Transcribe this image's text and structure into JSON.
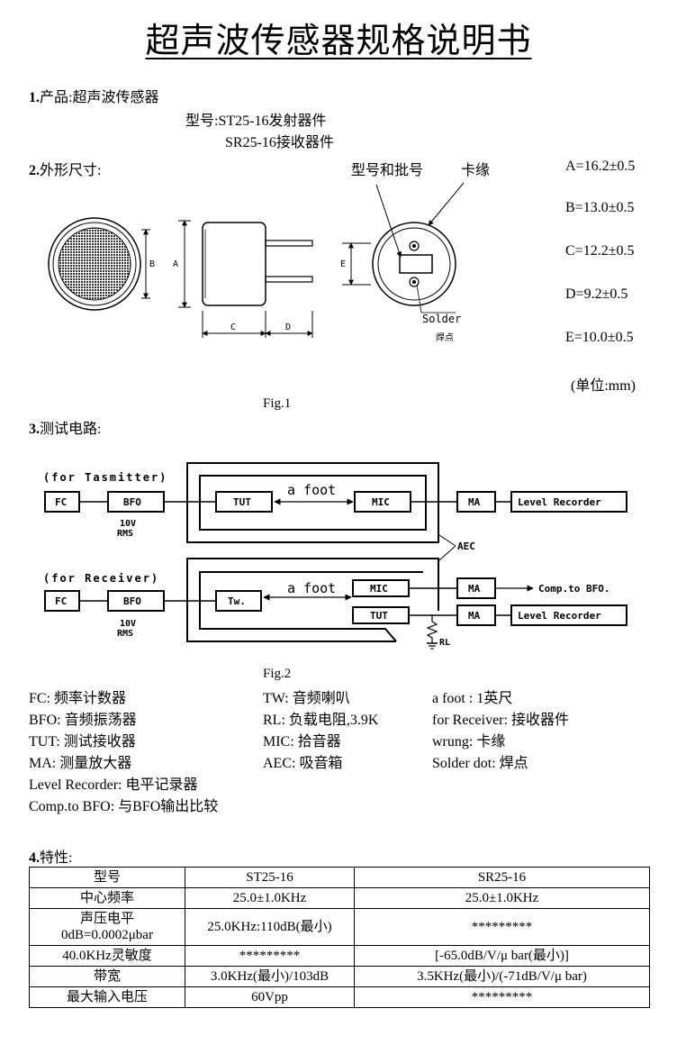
{
  "title": "超声波传感器规格说明书",
  "sec1": {
    "num": "1.",
    "label": "产品:超声波传感器",
    "model_line1": "型号:ST25-16发射器件",
    "model_line2": "SR25-16接收器件"
  },
  "sec2": {
    "num": "2.",
    "label": "外形尺寸:",
    "callout_model": "型号和批号",
    "callout_edge": "卡缘",
    "dims": [
      "A=16.2±0.5",
      "B=13.0±0.5",
      "C=12.2±0.5",
      "D=9.2±0.5",
      "E=10.0±0.5"
    ],
    "unit": "(单位:mm)",
    "fig": "Fig.1",
    "labels": {
      "a": "A",
      "b": "B",
      "c": "C",
      "d": "D",
      "e": "E",
      "solder": "Solder",
      "solder_cn": "焊点"
    }
  },
  "sec3": {
    "num": "3.",
    "label": "测试电路:",
    "fig": "Fig.2",
    "diagram": {
      "for_tx": "(for Tasmitter)",
      "for_rx": "(for Receiver)",
      "fc": "FC",
      "bfo": "BFO",
      "tut": "TUT",
      "mic": "MIC",
      "tw": "Tw.",
      "ma": "MA",
      "level_recorder": "Level Recorder",
      "comp_bfo": "Comp.to BFO.",
      "a_foot": "a foot",
      "v10": "10V",
      "rms": "RMS",
      "aec": "AEC",
      "rl": "RL"
    },
    "legend_col1": [
      "FC: 频率计数器",
      "BFO: 音频振荡器",
      "TUT: 测试接收器",
      "MA: 测量放大器",
      "Level Recorder: 电平记录器",
      "Comp.to BFO: 与BFO输出比较"
    ],
    "legend_col2": [
      "TW: 音频喇叭",
      "RL: 负载电阻,3.9K",
      "MIC: 拾音器",
      "AEC: 吸音箱"
    ],
    "legend_col3": [
      "a foot : 1英尺",
      "for Receiver: 接收器件",
      "wrung: 卡缘",
      "Solder dot: 焊点"
    ]
  },
  "sec4": {
    "num": "4.",
    "label": "特性:",
    "rows": [
      {
        "c1": "型号",
        "c1b": "",
        "c2": "ST25-16",
        "c3": "SR25-16"
      },
      {
        "c1": "中心频率",
        "c1b": "",
        "c2": "25.0±1.0KHz",
        "c3": "25.0±1.0KHz"
      },
      {
        "c1": "声压电平",
        "c1b": "0dB=0.0002μbar",
        "c2": "25.0KHz:110dB(最小)",
        "c3": "*********"
      },
      {
        "c1": "40.0KHz灵敏度",
        "c1b": "",
        "c2": "*********",
        "c3": "[-65.0dB/V/μ bar(最小)]"
      },
      {
        "c1": "带宽",
        "c1b": "",
        "c2": "3.0KHz(最小)/103dB",
        "c3": "3.5KHz(最小)/(-71dB/V/μ bar)"
      },
      {
        "c1": "最大输入电压",
        "c1b": "",
        "c2": "60Vpp",
        "c3": "*********"
      }
    ]
  }
}
